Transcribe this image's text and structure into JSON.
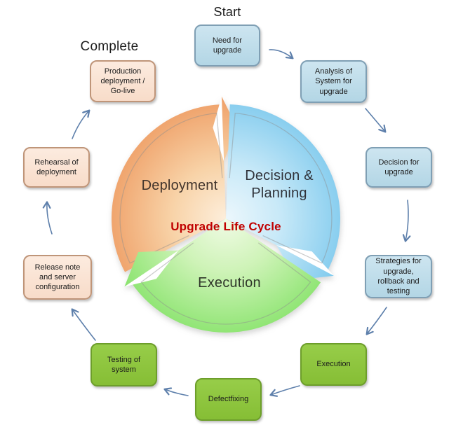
{
  "diagram": {
    "title": "Upgrade Life Cycle",
    "start_label": "Start",
    "complete_label": "Complete",
    "center_title": "Upgrade Life Cycle",
    "segments": [
      {
        "label": "Deployment"
      },
      {
        "label": "Decision & Planning"
      },
      {
        "label": "Execution"
      }
    ],
    "steps": [
      {
        "label": "Need for upgrade",
        "color_group": "blue"
      },
      {
        "label": "Analysis of System for upgrade",
        "color_group": "blue"
      },
      {
        "label": "Decision for upgrade",
        "color_group": "blue"
      },
      {
        "label": "Strategies for upgrade, rollback and testing",
        "color_group": "blue"
      },
      {
        "label": "Execution",
        "color_group": "green"
      },
      {
        "label": "Defectfixing",
        "color_group": "green"
      },
      {
        "label": "Testing of system",
        "color_group": "green"
      },
      {
        "label": "Release note and server configuration",
        "color_group": "peach"
      },
      {
        "label": "Rehearsal of deployment",
        "color_group": "peach"
      },
      {
        "label": "Production deployment / Go-live",
        "color_group": "peach"
      }
    ],
    "colors": {
      "blue_box_fill": "#BEDDEA",
      "green_box_fill": "#8DC63F",
      "peach_box_fill": "#FBE7D9",
      "pie_orange": "#F0A56D",
      "pie_blue": "#8ACFEF",
      "pie_green": "#8FE573",
      "center_title_red": "#C00000",
      "connector_arrow": "#5D7FAB"
    }
  }
}
